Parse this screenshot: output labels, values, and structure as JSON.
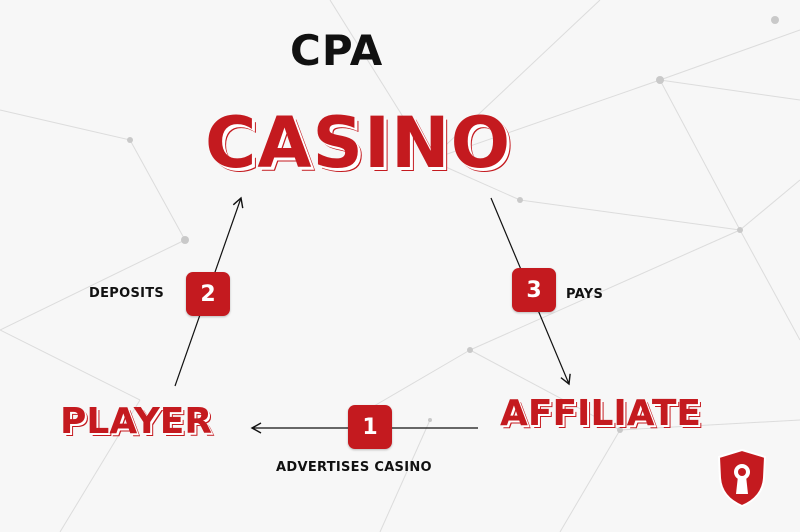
{
  "title": {
    "prefix": "CPA",
    "main": "CASINO"
  },
  "nodes": {
    "player": "PLAYER",
    "affiliate": "AFFILIATE"
  },
  "steps": [
    {
      "number": "1",
      "label": "ADVERTISES CASINO"
    },
    {
      "number": "2",
      "label": "DEPOSITS"
    },
    {
      "number": "3",
      "label": "PAYS"
    }
  ],
  "colors": {
    "accent": "#c41a1f",
    "text": "#111111",
    "background": "#f7f7f7"
  },
  "icons": {
    "logo": "shield-keyhole-icon"
  }
}
